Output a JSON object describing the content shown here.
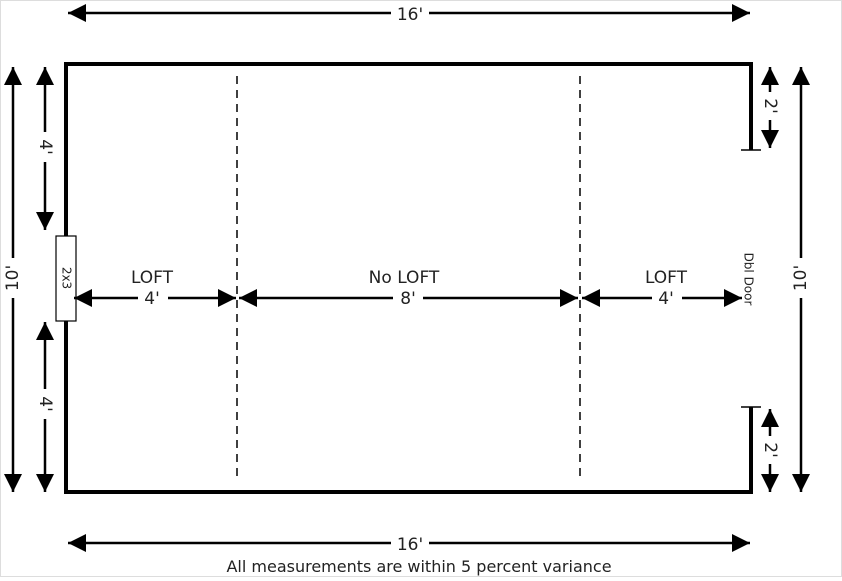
{
  "dimensions": {
    "top_width": "16'",
    "bottom_width": "16'",
    "left_height": "10'",
    "right_height": "10'",
    "left_upper_segment": "4'",
    "left_lower_segment": "4'",
    "right_upper_segment": "2'",
    "right_lower_segment": "2'",
    "loft_left_span": "4'",
    "middle_span": "8'",
    "loft_right_span": "4'"
  },
  "labels": {
    "loft_left": "LOFT",
    "middle": "No LOFT",
    "loft_right": "LOFT",
    "stud": "2x3",
    "door": "Dbl Door"
  },
  "footer": {
    "note": "All measurements are within 5 percent variance"
  },
  "colors": {
    "line": "#000000",
    "text": "#222222",
    "background": "#ffffff"
  }
}
